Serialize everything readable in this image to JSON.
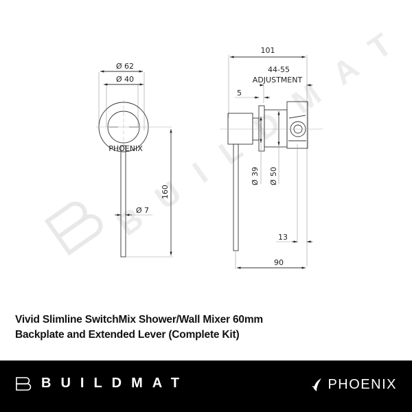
{
  "watermark": {
    "text": "BUILDMAT",
    "color": "#ececec"
  },
  "front_view": {
    "dia_outer": "62",
    "dia_inner": "40",
    "lever_height": "160",
    "lever_dia": "7",
    "plate_brand": "PHOENIX",
    "dia_symbol": "Ø"
  },
  "side_view": {
    "overall_depth": "101",
    "adjustment_range": "44-55",
    "adjustment_label": "ADJUSTMENT",
    "plate_offset": "5",
    "dia_39": "39",
    "dia_50": "50",
    "dim_13": "13",
    "dim_90": "90"
  },
  "caption": {
    "line1": "Vivid Slimline SwitchMix Shower/Wall Mixer 60mm",
    "line2": "Backplate and Extended Lever (Complete Kit)"
  },
  "footer": {
    "left_brand": "BUILDMAT",
    "right_brand": "PHOENIX",
    "background": "#000000",
    "text_color": "#ffffff"
  }
}
